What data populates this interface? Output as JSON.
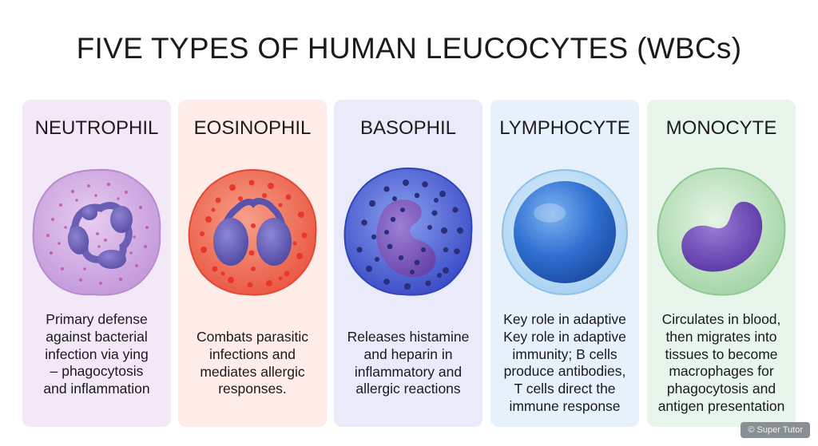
{
  "title": "FIVE TYPES OF HUMAN LEUCOCYTES (WBCs)",
  "cards": [
    {
      "name": "NEUTROPHIL",
      "background": "#f3e8f7",
      "lines": [
        "Primary defense",
        "against bacterial",
        "infection via ying",
        "– phagocytosis",
        "and inflammation"
      ]
    },
    {
      "name": "EOSINOPHIL",
      "background": "#fdece7",
      "lines": [
        "Combats parasitic",
        "infections and",
        "mediates allergic",
        "responses."
      ]
    },
    {
      "name": "BASOPHIL",
      "background": "#e9ebfa",
      "lines": [
        "Releases histamine",
        "and heparin in",
        "inflammatory and",
        "allergic reactions"
      ]
    },
    {
      "name": "LYMPHOCYTE",
      "background": "#e6f1fb",
      "lines": [
        "Key role in adaptive",
        "Key role in adaptive",
        "immunity; B cells",
        "produce antibodies,",
        "T cells direct the",
        "immune response"
      ]
    },
    {
      "name": "MONOCYTE",
      "background": "#e8f5ea",
      "lines": [
        "Circulates in blood,",
        "then migrates into",
        "tissues to become",
        "macrophages for",
        "phagocytosis and",
        "antigen presentation"
      ]
    }
  ],
  "watermark": "© Super Tutor"
}
